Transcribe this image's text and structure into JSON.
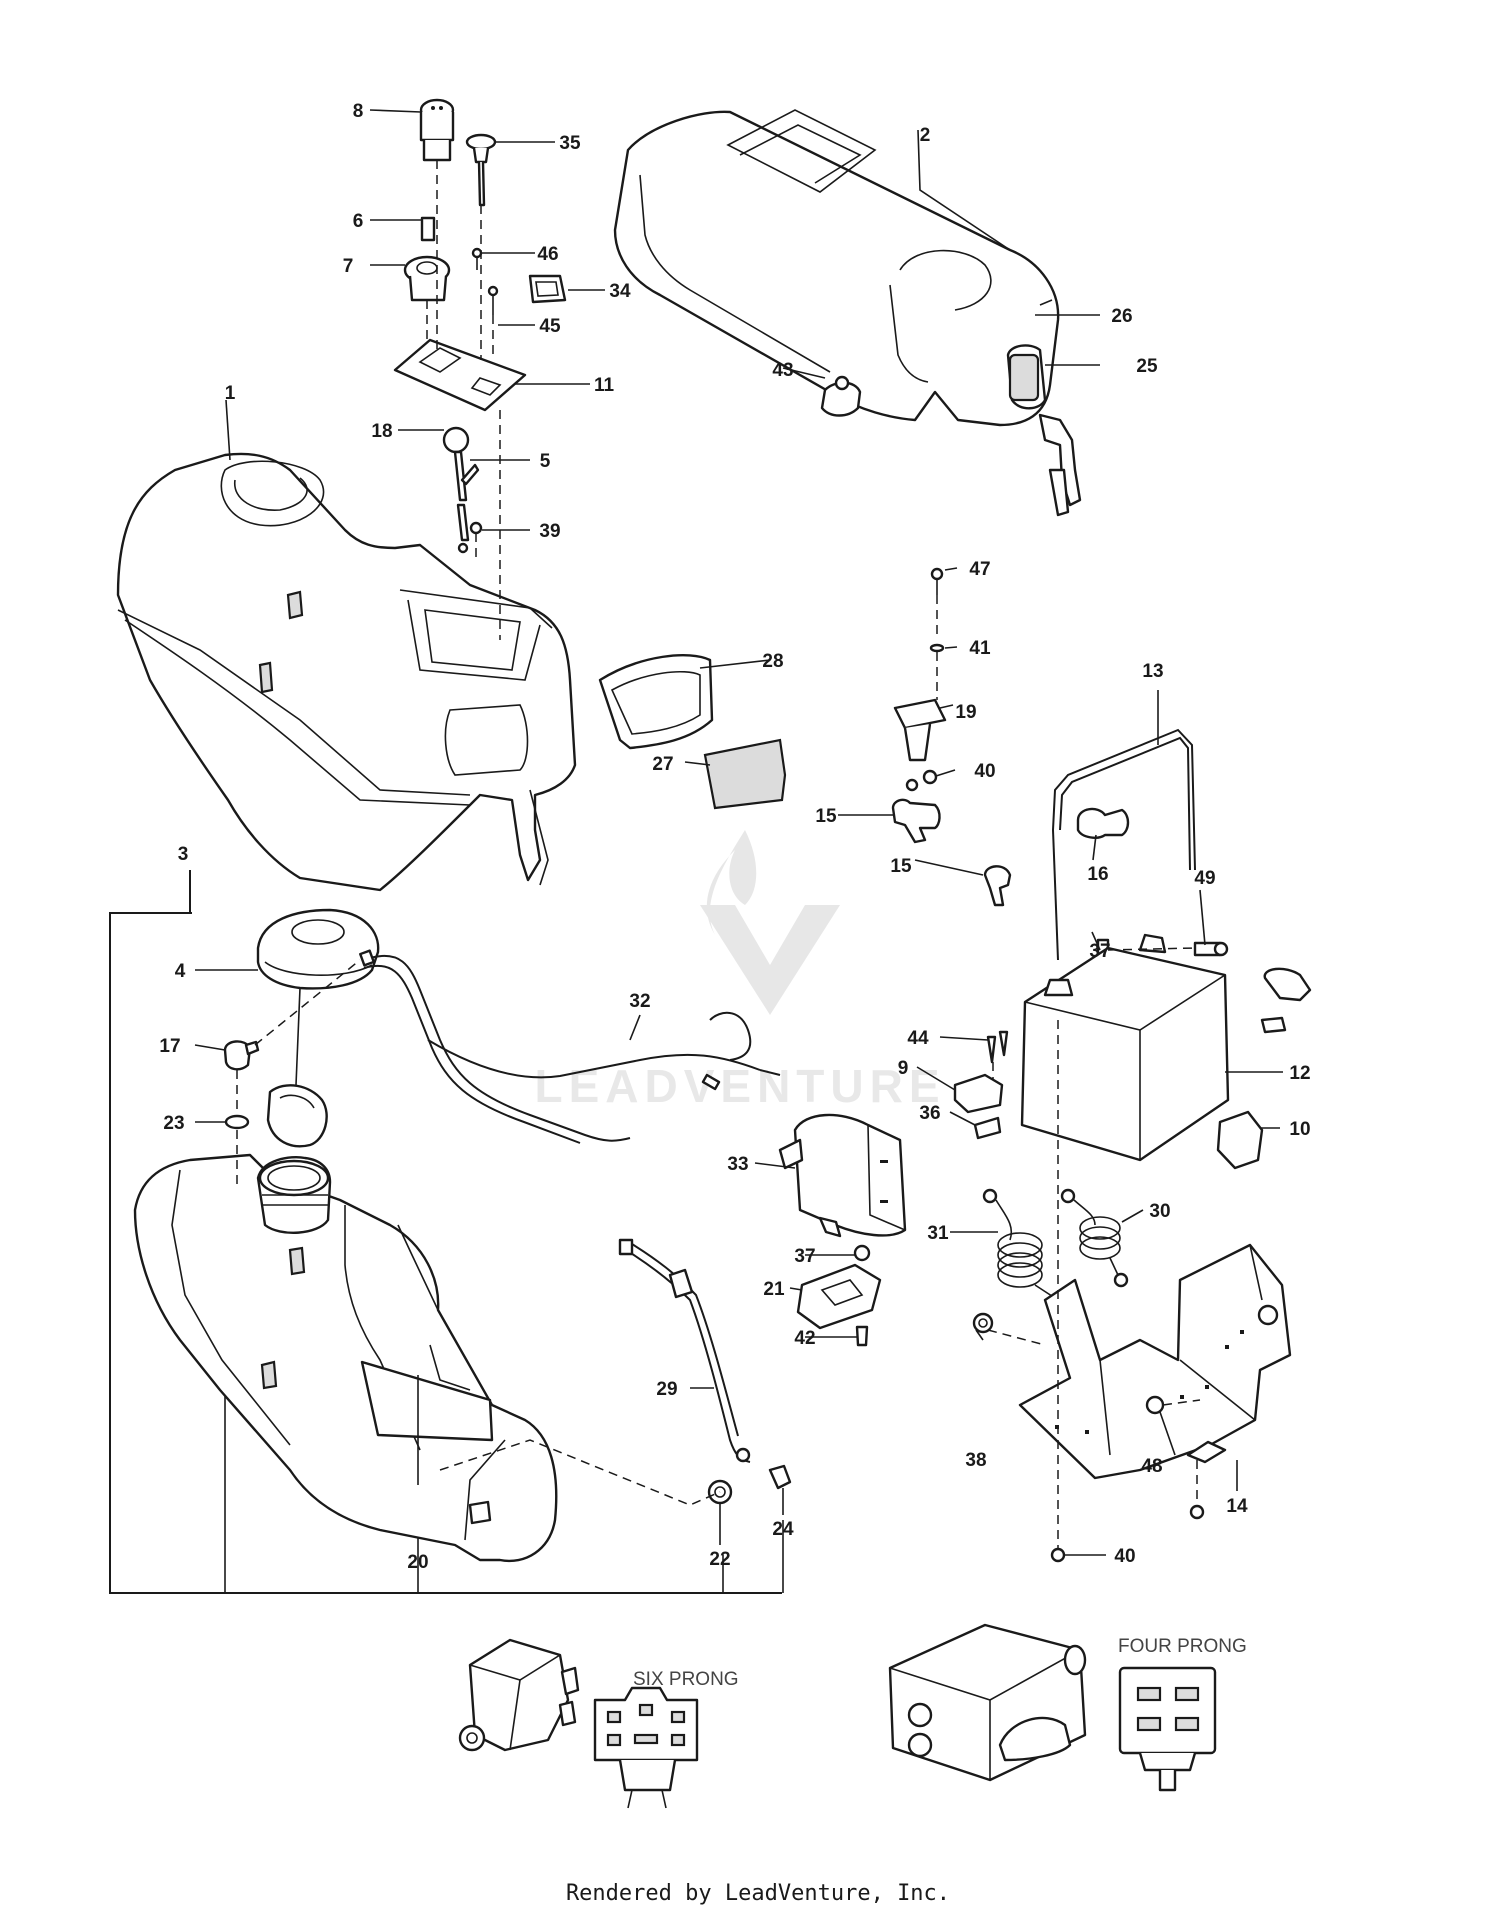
{
  "callouts": {
    "c1": "1",
    "c2": "2",
    "c3": "3",
    "c4": "4",
    "c5": "5",
    "c6": "6",
    "c7": "7",
    "c8": "8",
    "c9": "9",
    "c10": "10",
    "c11": "11",
    "c12": "12",
    "c13": "13",
    "c14": "14",
    "c15a": "15",
    "c15b": "15",
    "c16": "16",
    "c17": "17",
    "c18": "18",
    "c19": "19",
    "c20": "20",
    "c21": "21",
    "c22": "22",
    "c23": "23",
    "c24": "24",
    "c25": "25",
    "c26": "26",
    "c27": "27",
    "c28": "28",
    "c29": "29",
    "c30": "30",
    "c31": "31",
    "c32": "32",
    "c33": "33",
    "c34": "34",
    "c35": "35",
    "c36": "36",
    "c37a": "37",
    "c37b": "37",
    "c38": "38",
    "c39": "39",
    "c40a": "40",
    "c40b": "40",
    "c41": "41",
    "c42": "42",
    "c43": "43",
    "c44": "44",
    "c45": "45",
    "c46": "46",
    "c47": "47",
    "c48": "48",
    "c49": "49"
  },
  "captions": {
    "six_prong": "SIX PRONG",
    "four_prong": "FOUR PRONG"
  },
  "watermark": "LEADVENTURE",
  "footer": {
    "credit": "Rendered by LeadVenture, Inc."
  },
  "colors": {
    "line": "#1a1a1a",
    "background": "#ffffff"
  }
}
